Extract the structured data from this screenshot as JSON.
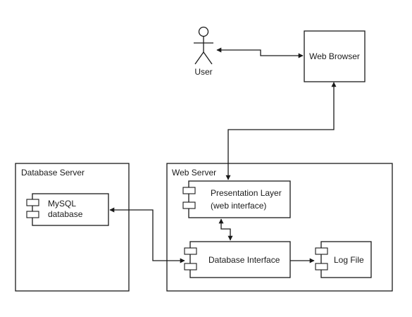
{
  "diagram": {
    "actor": {
      "label": "User"
    },
    "nodes": {
      "web_browser": {
        "label": "Web Browser"
      },
      "database_server": {
        "label": "Database Server"
      },
      "web_server": {
        "label": "Web Server"
      }
    },
    "components": {
      "mysql": {
        "line1": "MySQL",
        "line2": "database"
      },
      "presentation": {
        "line1": "Presentation Layer",
        "line2": "(web interface)"
      },
      "db_interface": {
        "label": "Database Interface"
      },
      "log_file": {
        "label": "Log File"
      }
    },
    "connections": [
      {
        "from": "User",
        "to": "Web Browser",
        "arrows": "both"
      },
      {
        "from": "Web Browser",
        "to": "Presentation Layer",
        "arrows": "both"
      },
      {
        "from": "Presentation Layer",
        "to": "Database Interface",
        "arrows": "both"
      },
      {
        "from": "Database Interface",
        "to": "MySQL database",
        "arrows": "both"
      },
      {
        "from": "Database Interface",
        "to": "Log File",
        "arrows": "end"
      }
    ]
  }
}
